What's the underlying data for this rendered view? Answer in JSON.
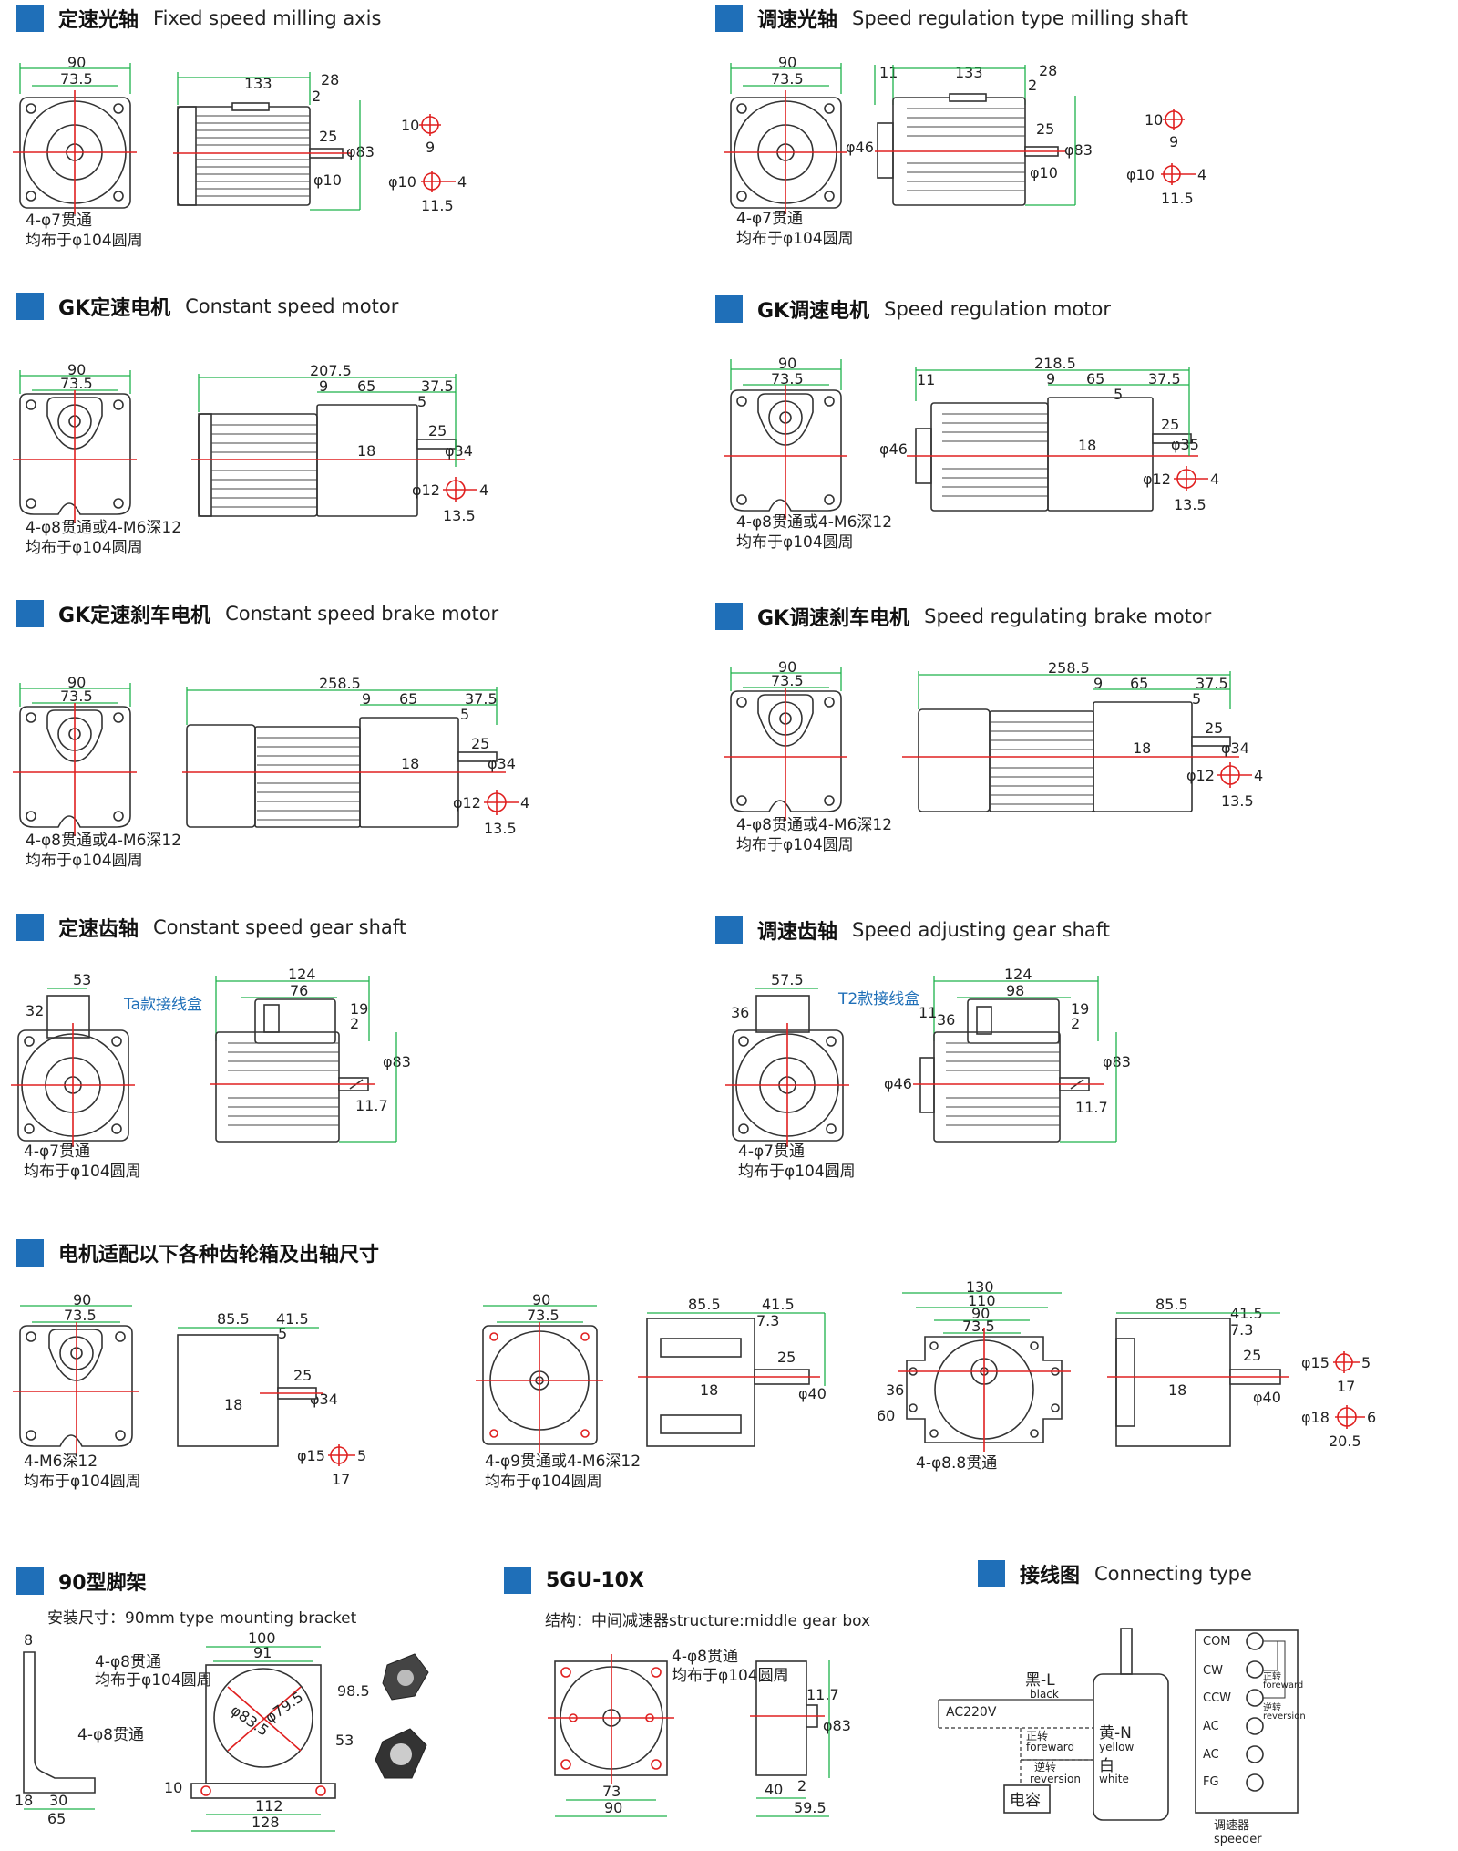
{
  "sections": {
    "s1": {
      "cn": "定速光轴",
      "en": "Fixed speed milling axis"
    },
    "s2": {
      "cn": "调速光轴",
      "en": "Speed regulation type milling shaft"
    },
    "s3": {
      "cn": "GK定速电机",
      "en": "Constant  speed motor"
    },
    "s4": {
      "cn": "GK调速电机",
      "en": "Speed regulation motor"
    },
    "s5": {
      "cn": "GK定速刹车电机",
      "en": "Constant speed brake motor"
    },
    "s6": {
      "cn": "GK调速刹车电机",
      "en": "Speed regulating brake motor"
    },
    "s7": {
      "cn": "定速齿轴",
      "en": "Constant speed gear shaft"
    },
    "s8": {
      "cn": "调速齿轴",
      "en": "Speed adjusting gear shaft"
    },
    "s9": {
      "cn": "电机适配以下各种齿轮箱及出轴尺寸",
      "en": ""
    },
    "s10": {
      "cn": "90型脚架",
      "en": "",
      "sub": "安装尺寸：90mm type mounting bracket"
    },
    "s11": {
      "cn": "5GU-10X",
      "en": "",
      "sub": "结构：中间减速器structure:middle gear box"
    },
    "s12": {
      "cn": "接线图",
      "en": "Connecting type"
    }
  },
  "dims": {
    "w90": "90",
    "w73": "73.5",
    "l133": "133",
    "d28": "28",
    "d2": "2",
    "d25": "25",
    "phi83": "φ83",
    "phi10": "φ10",
    "d10": "10",
    "d9": "9",
    "d4": "4",
    "d11_5": "11.5",
    "d11": "11",
    "phi46": "φ46",
    "l207": "207.5",
    "l218": "218.5",
    "l258": "258.5",
    "d65": "65",
    "d37": "37.5",
    "d5": "5",
    "d18": "18",
    "phi34": "φ34",
    "phi35": "φ35",
    "phi12": "φ12",
    "d13_5": "13.5",
    "w53": "53",
    "d32": "32",
    "w57": "57.5",
    "d36": "36",
    "l124": "124",
    "d76": "76",
    "d98": "98",
    "d19": "19",
    "d11_7": "11.7",
    "l85": "85.5",
    "d41": "41.5",
    "d7_3": "7.3",
    "phi40": "φ40",
    "phi15": "φ15",
    "d17": "17",
    "phi18": "φ18",
    "d6": "6",
    "d20_5": "20.5",
    "w130": "130",
    "w110": "110",
    "w60": "60",
    "w100": "100",
    "w91": "91",
    "h98": "98.5",
    "d8": "8",
    "d30": "30",
    "w65": "65",
    "w112": "112",
    "w128": "128",
    "phi83_5": "φ83.5",
    "phi79_5": "φ79.5",
    "d40": "40",
    "d59_5": "59.5",
    "d73": "73",
    "d53": "53",
    "d10b": "10",
    "d18b": "18"
  },
  "notes": {
    "hole7": "4-φ7贯通",
    "circle104": "均布于φ104圆周",
    "hole8m6": "4-φ8贯通或4-M6深12",
    "m6": "4-M6深12",
    "hole9m6": "4-φ9贯通或4-M6深12",
    "hole8_8": "4-φ8.8贯通",
    "hole8": "4-φ8贯通",
    "ta_box": "Ta款接线盒",
    "t2_box": "T2款接线盒"
  },
  "wiring": {
    "black_cn": "黑-L",
    "black_en": "black",
    "ac": "AC220V",
    "fwd_cn": "正转",
    "fwd_en": "foreward",
    "rev_cn": "逆转",
    "rev_en": "reversion",
    "yellow_cn": "黄-N",
    "yellow_en": "yellow",
    "white_cn": "白",
    "white_en": "white",
    "cap": "电容",
    "com": "COM",
    "cw": "CW",
    "ccw": "CCW",
    "ac1": "AC",
    "ac2": "AC",
    "fg": "FG",
    "fwd2_cn": "正转",
    "fwd2_en": "foreward",
    "rev2_cn": "逆转",
    "rev2_en": "reversion",
    "speeder_cn": "调速器",
    "speeder_en": "speeder"
  }
}
